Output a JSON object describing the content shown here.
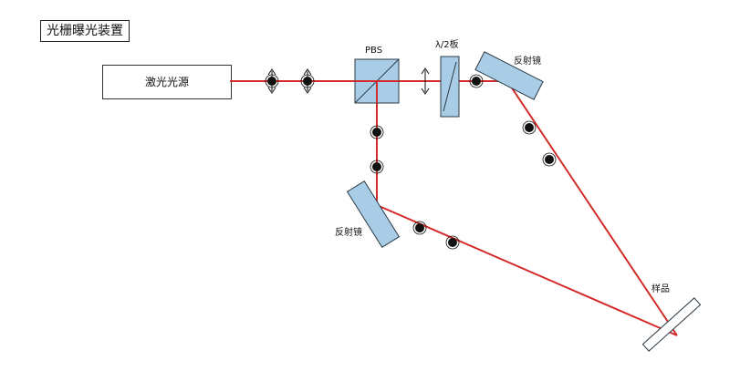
{
  "title": "光栅曝光装置",
  "components": {
    "laser_source": "激光光源",
    "pbs": "PBS",
    "half_wave_plate": "λ/2板",
    "mirror_top_right": "反射镜",
    "mirror_lower_left": "反射镜",
    "sample": "样品"
  },
  "colors": {
    "beam": "#d42a2a",
    "optic_fill": "#a9cde6",
    "optic_stroke": "#2b3a45"
  }
}
